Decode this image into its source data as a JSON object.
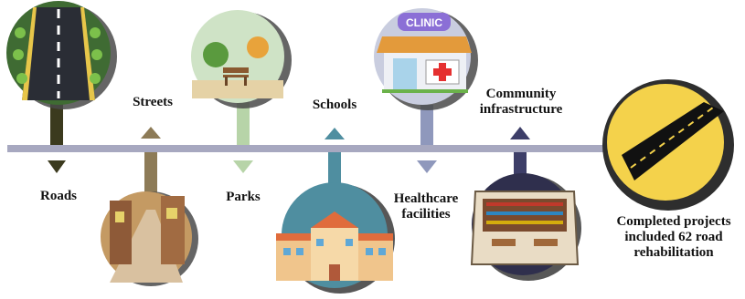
{
  "timeline": {
    "items": [
      {
        "label": "Roads"
      },
      {
        "label": "Streets"
      },
      {
        "label": "Parks"
      },
      {
        "label": "Schools"
      },
      {
        "label": "Healthcare facilities"
      },
      {
        "label": "Community infrastructure"
      }
    ],
    "final": {
      "label": "Completed projects included 62 road rehabilitation"
    },
    "clinic_sign": "CLINIC"
  },
  "colors": {
    "timeline_bar": "#a7a8c0",
    "roads": "#3b3a1e",
    "streets": "#8d7b57",
    "parks": "#b7d4a8",
    "schools": "#4f8ea0",
    "healthcare": "#8f98bc",
    "community": "#3d3e68",
    "final_circle": "#f4d24b"
  }
}
